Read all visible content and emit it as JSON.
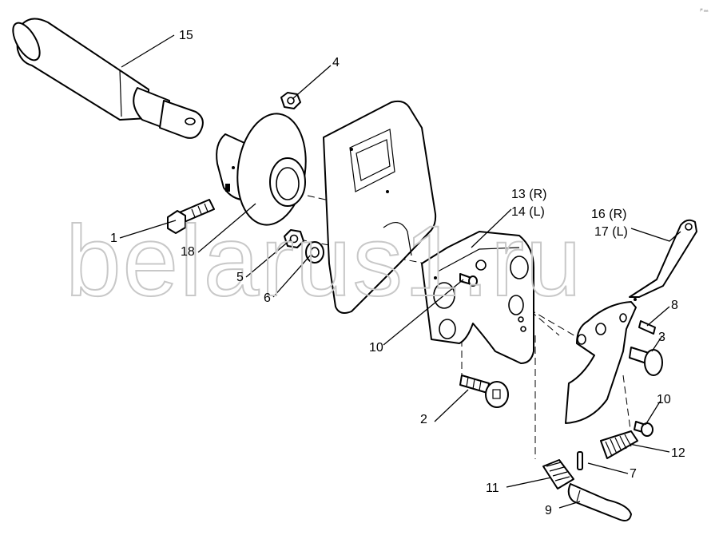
{
  "watermark": "belarus1.ru",
  "corner_mark": "ᵢᴹ ₐₐₐ",
  "callouts": {
    "c1": "1",
    "c2": "2",
    "c3": "3",
    "c4": "4",
    "c5": "5",
    "c6": "6",
    "c7": "7",
    "c8": "8",
    "c9": "9",
    "c10a": "10",
    "c10b": "10",
    "c11": "11",
    "c12": "12",
    "c13": "13 (R)",
    "c14": "14 (L)",
    "c15": "15",
    "c16": "16 (R)",
    "c17": "17 (L)",
    "c18": "18"
  }
}
